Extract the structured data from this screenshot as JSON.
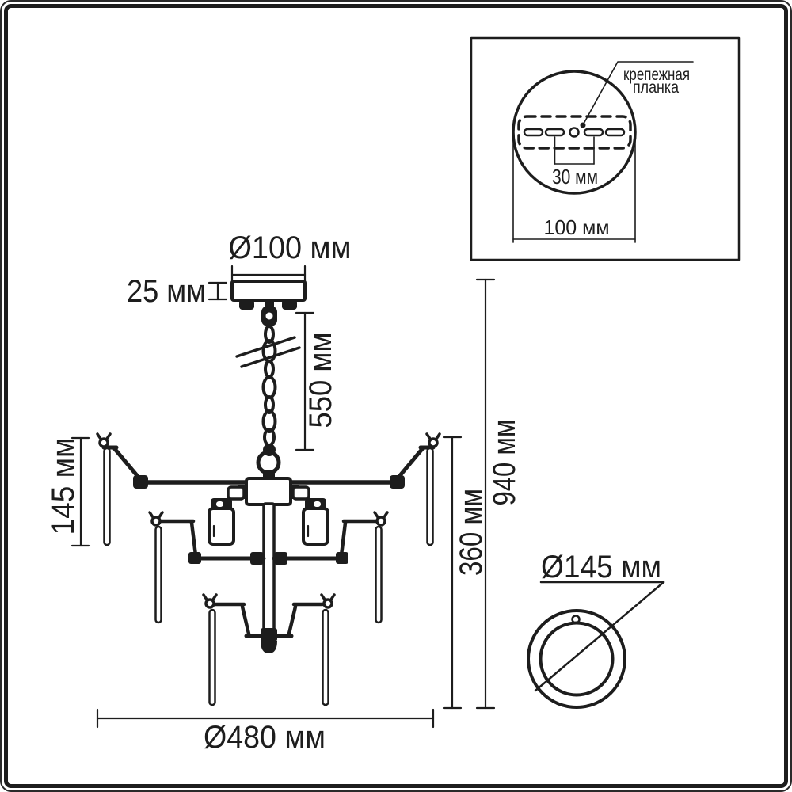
{
  "colors": {
    "ink": "#1d1d1d",
    "paper": "#ffffff"
  },
  "main_view": {
    "dim_canopy_diameter": "Ø100 мм",
    "dim_canopy_height": "25 мм",
    "dim_chain_length": "550 мм",
    "dim_top_tier_drop": "145 мм",
    "dim_total_height": "940 мм",
    "dim_body_height": "360 мм",
    "dim_body_diameter": "Ø480 мм"
  },
  "shade_view": {
    "dim_shade_diameter": "Ø145 мм"
  },
  "inset_view": {
    "callout_line1": "крепежная",
    "callout_line2": "планка",
    "dim_slot_spacing": "30 мм",
    "dim_plate_diameter": "100 мм"
  }
}
